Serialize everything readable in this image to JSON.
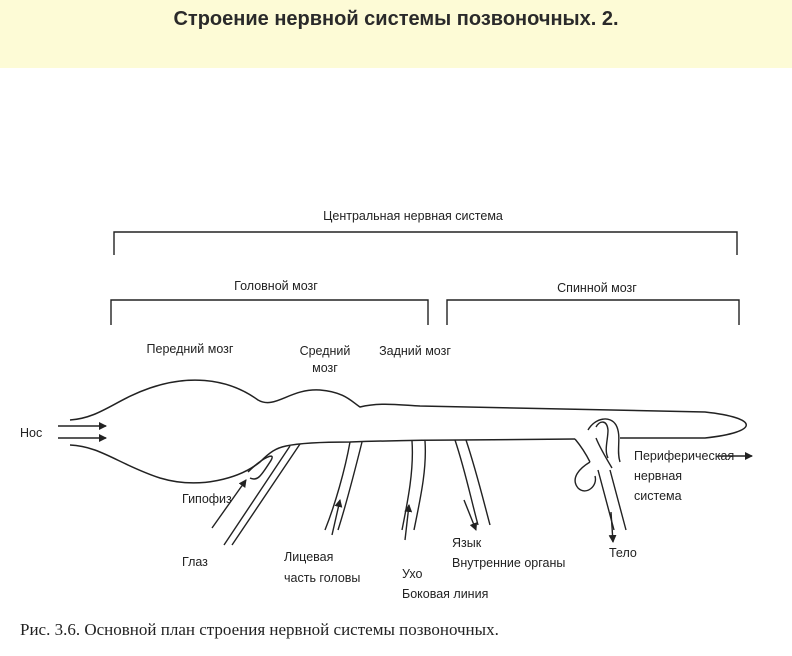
{
  "page_title": "Строение нервной системы позвоночных. 2.",
  "diagram": {
    "labels": {
      "cns": "Центральная нервная система",
      "brain": "Головной мозг",
      "spinal_cord": "Спинной мозг",
      "forebrain": "Передний мозг",
      "midbrain_line1": "Средний",
      "midbrain_line2": "мозг",
      "hindbrain": "Задний мозг",
      "nose": "Нос",
      "pituitary": "Гипофиз",
      "eye": "Глаз",
      "face_line1": "Лицевая",
      "face_line2": "часть головы",
      "ear_line1": "Ухо",
      "ear_line2": "Боковая линия",
      "tongue_line1": "Язык",
      "tongue_line2": "Внутренние органы",
      "body": "Тело",
      "pns_line1": "Периферическая",
      "pns_line2": "нервная",
      "pns_line3": "система"
    }
  },
  "caption": "Рис. 3.6. Основной план строения нервной системы позвоночных."
}
